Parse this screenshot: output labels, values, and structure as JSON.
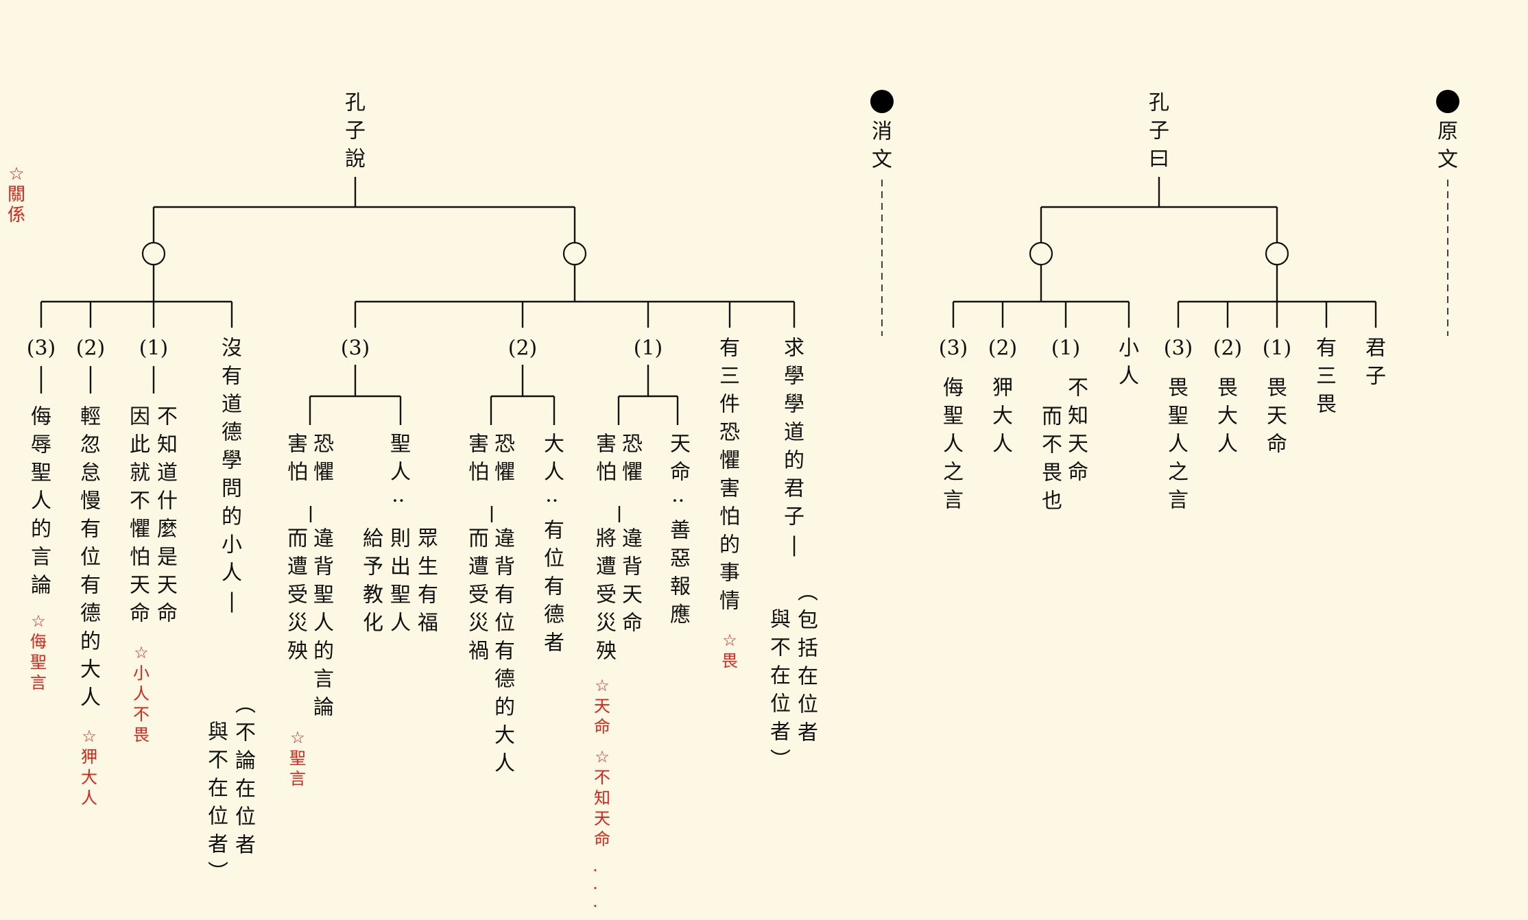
{
  "sections": {
    "original": {
      "label": "原文",
      "root": "孔子曰",
      "junzi": {
        "label": "君子",
        "count": "有三畏",
        "items": [
          {
            "num": "(1)",
            "text": "畏天命"
          },
          {
            "num": "(2)",
            "text": "畏大人"
          },
          {
            "num": "(3)",
            "text": "畏聖人之言"
          }
        ]
      },
      "xiaoren": {
        "label": "小人",
        "items": [
          {
            "num": "(1)",
            "text": [
              "不知天命",
              "而不畏也"
            ]
          },
          {
            "num": "(2)",
            "text": "狎大人"
          },
          {
            "num": "(3)",
            "text": "侮聖人之言"
          }
        ]
      }
    },
    "explanation": {
      "label": "消文",
      "root": "孔子說",
      "junzi": {
        "label": [
          "求學學道的君子—",
          "(包括在位者",
          "與不在位者)"
        ],
        "count": "有三件恐懼害怕的事情",
        "items": [
          {
            "num": "(1)",
            "left": {
              "title": [
                "害怕",
                "恐懼"
              ],
              "desc": [
                "將遭受災殃",
                "違背天命"
              ]
            },
            "right": {
              "title": "天命:",
              "desc": "善惡報應"
            }
          },
          {
            "num": "(2)",
            "left": {
              "title": [
                "害怕",
                "恐懼"
              ],
              "desc": [
                "而遭受災禍",
                "違背有位有德的大人"
              ]
            },
            "right": {
              "title": "大人:",
              "desc": "有位有德者"
            }
          },
          {
            "num": "(3)",
            "left": {
              "title": [
                "害怕",
                "恐懼"
              ],
              "desc": [
                "而遭受災殃",
                "違背聖人的言論"
              ]
            },
            "right": {
              "title": "聖人:",
              "desc": [
                "給予教化",
                "則出聖人",
                "眾生有福"
              ]
            }
          }
        ]
      },
      "xiaoren": {
        "label": [
          "沒有道德學問的小人—",
          "(不論在位者",
          "與不在位者)"
        ],
        "items": [
          {
            "num": "(1)",
            "text": [
              "因此就不懼怕天命",
              "不知道什麼是天命"
            ]
          },
          {
            "num": "(2)",
            "text": "輕忽怠慢有位有德的大人"
          },
          {
            "num": "(3)",
            "text": "侮辱聖人的言論"
          }
        ]
      }
    }
  },
  "notes": {
    "relation": "☆關係",
    "wei": "☆畏",
    "tianming": "☆天命",
    "buzhi_tianming": "☆不知天命",
    "ellipsis": "...",
    "shengyan": "☆聖言",
    "xiaoren_buwei": "☆小人不畏",
    "xia_daren": "☆狎大人",
    "wu_shengyan": "☆侮聖言"
  },
  "colors": {
    "background": "#fdf8e3",
    "text": "#111111",
    "note": "#d9251c"
  }
}
